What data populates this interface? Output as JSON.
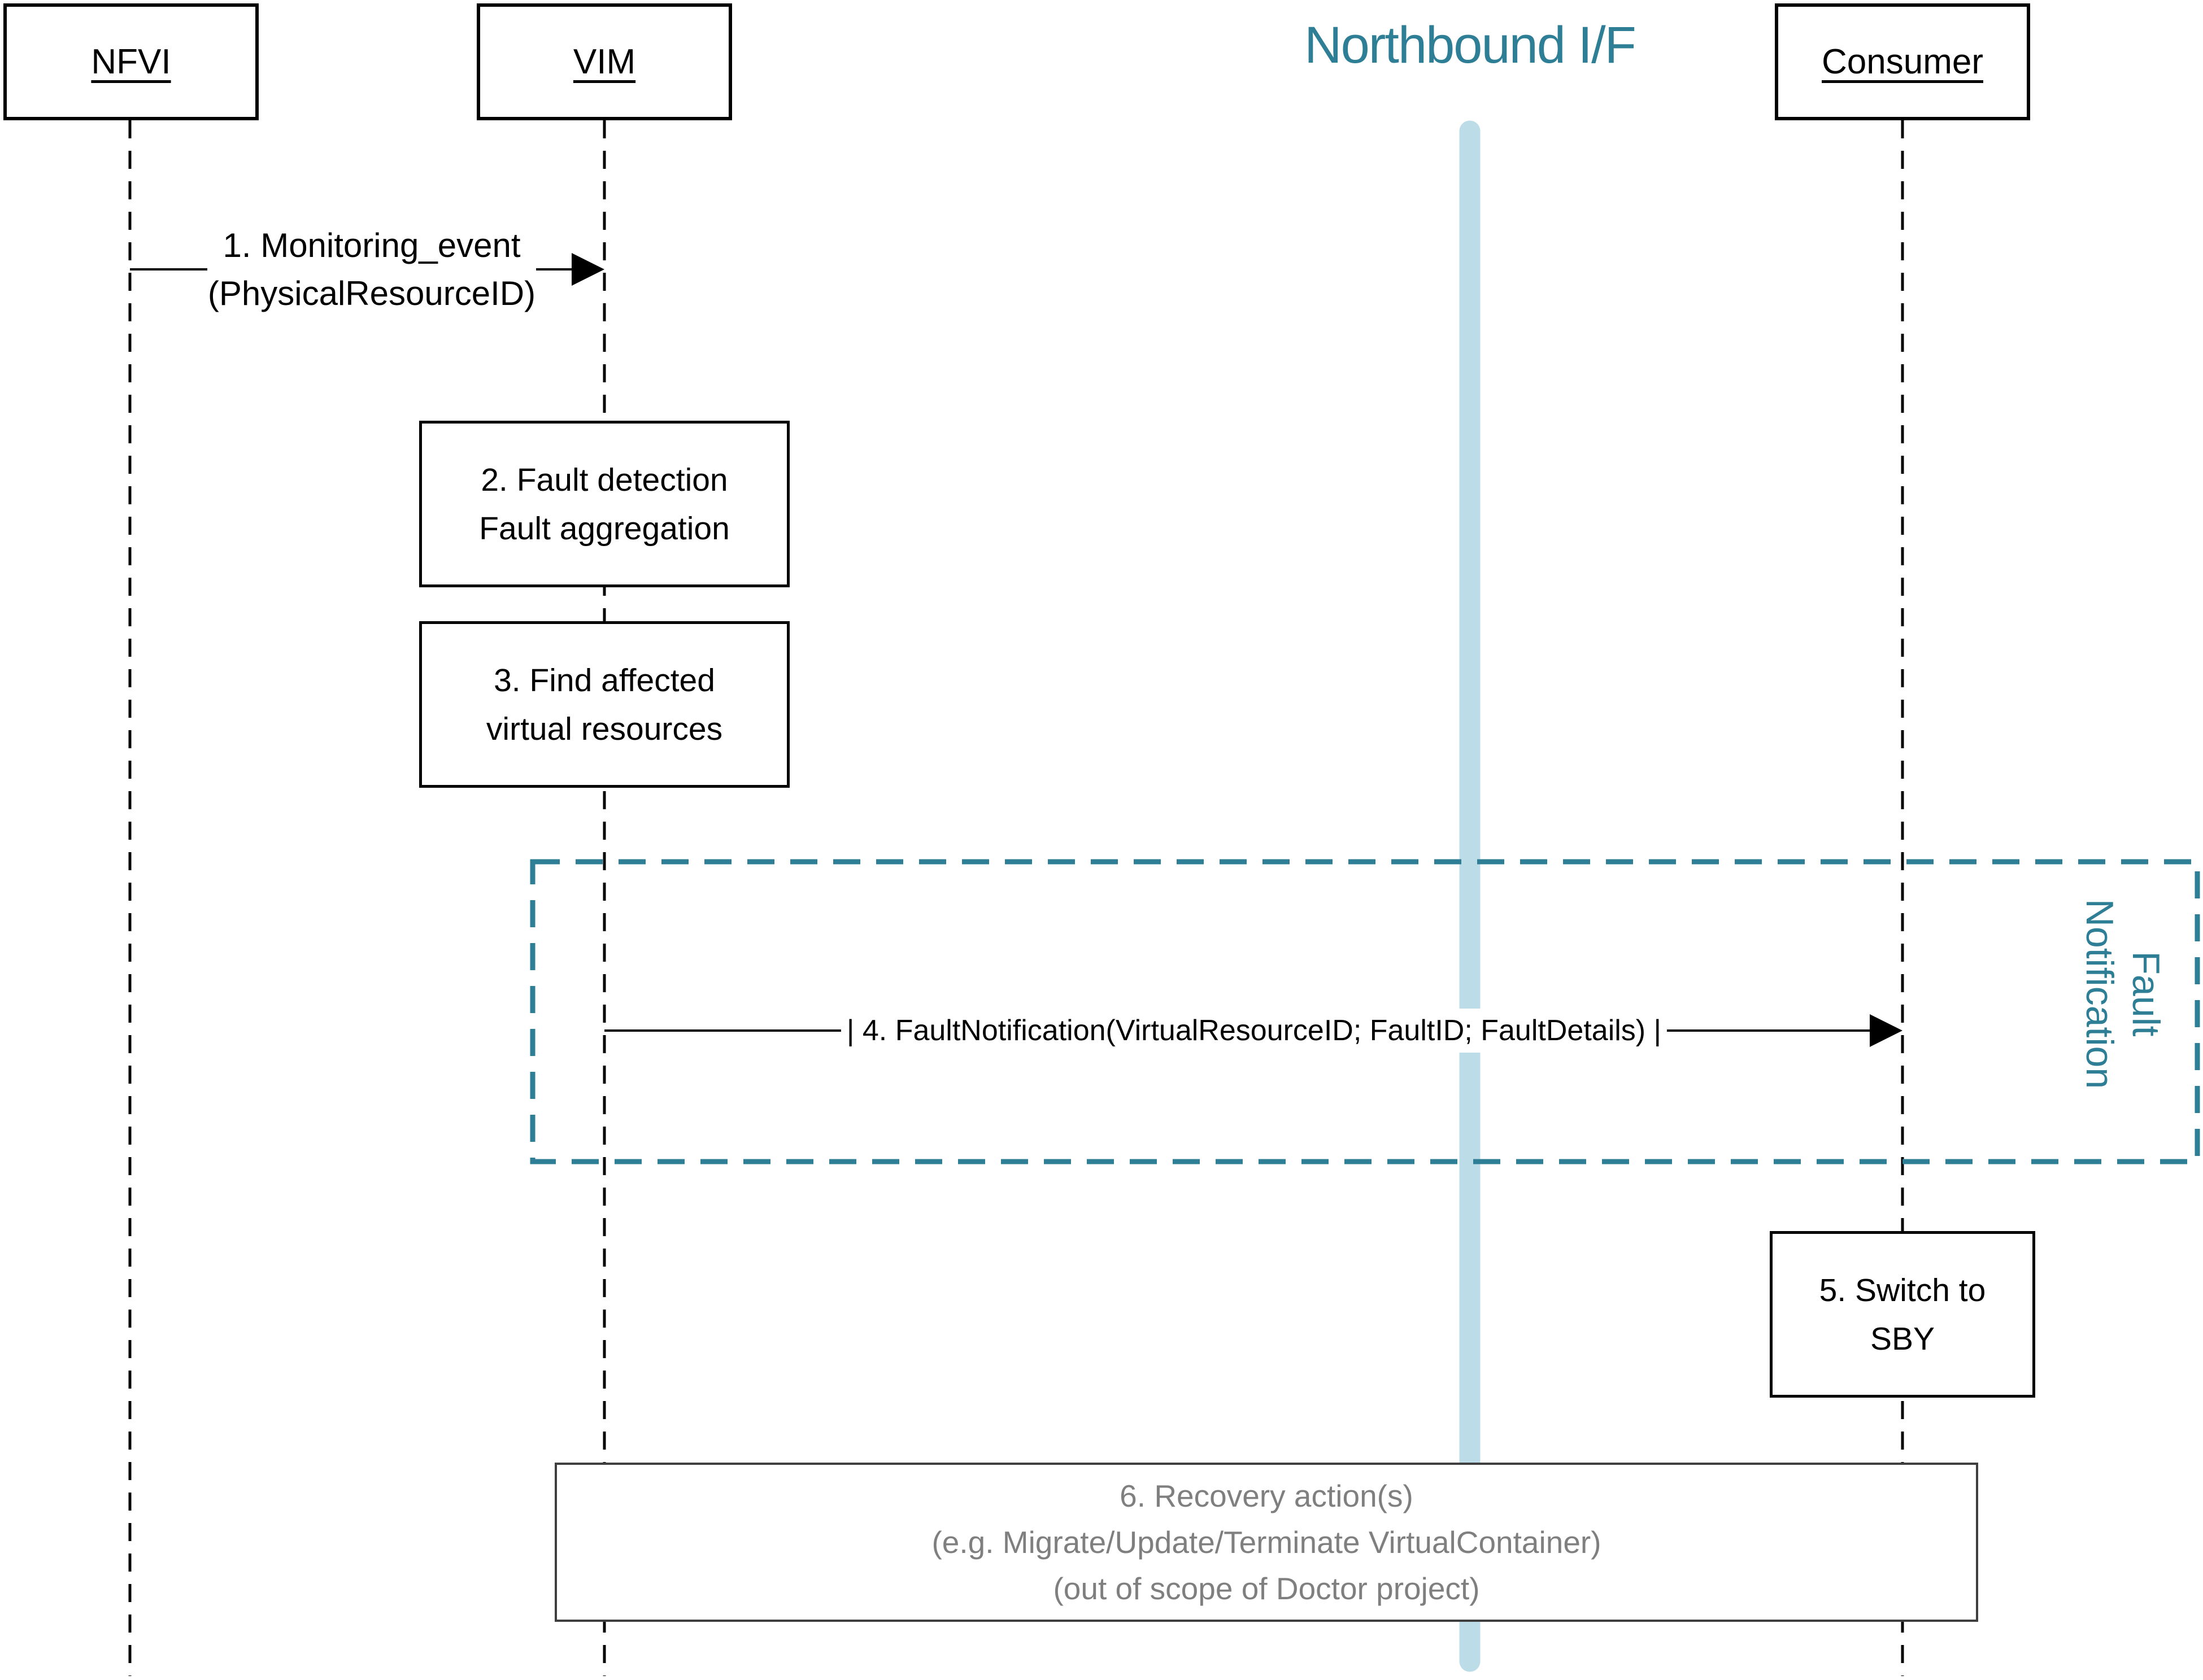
{
  "title": {
    "text": "Northbound I/F"
  },
  "actors": {
    "nfvi": {
      "label": "NFVI"
    },
    "vim": {
      "label": "VIM"
    },
    "consumer": {
      "label": "Consumer"
    }
  },
  "messages": {
    "m1": {
      "line1": "1. Monitoring_event",
      "line2": "(PhysicalResourceID)"
    },
    "m4": {
      "label": "| 4. FaultNotification(VirtualResourceID; FaultID; FaultDetails) |"
    }
  },
  "activities": {
    "a2": {
      "line1": "2. Fault detection",
      "line2": "Fault aggregation"
    },
    "a3": {
      "line1": "3. Find affected",
      "line2": "virtual resources"
    },
    "a5": {
      "line1": "5. Switch to",
      "line2": "SBY"
    },
    "a6": {
      "line1": "6. Recovery action(s)",
      "line2": "(e.g. Migrate/Update/Terminate VirtualContainer)",
      "line3": "(out of scope of Doctor project)"
    }
  },
  "group": {
    "line1": "Fault",
    "line2": "Notification"
  },
  "colors": {
    "teal": "#2E7E95",
    "light_blue": "#BCDCE8",
    "gray_text": "#7F7F7F",
    "gray_border": "#3F3F3F",
    "black": "#000000"
  }
}
